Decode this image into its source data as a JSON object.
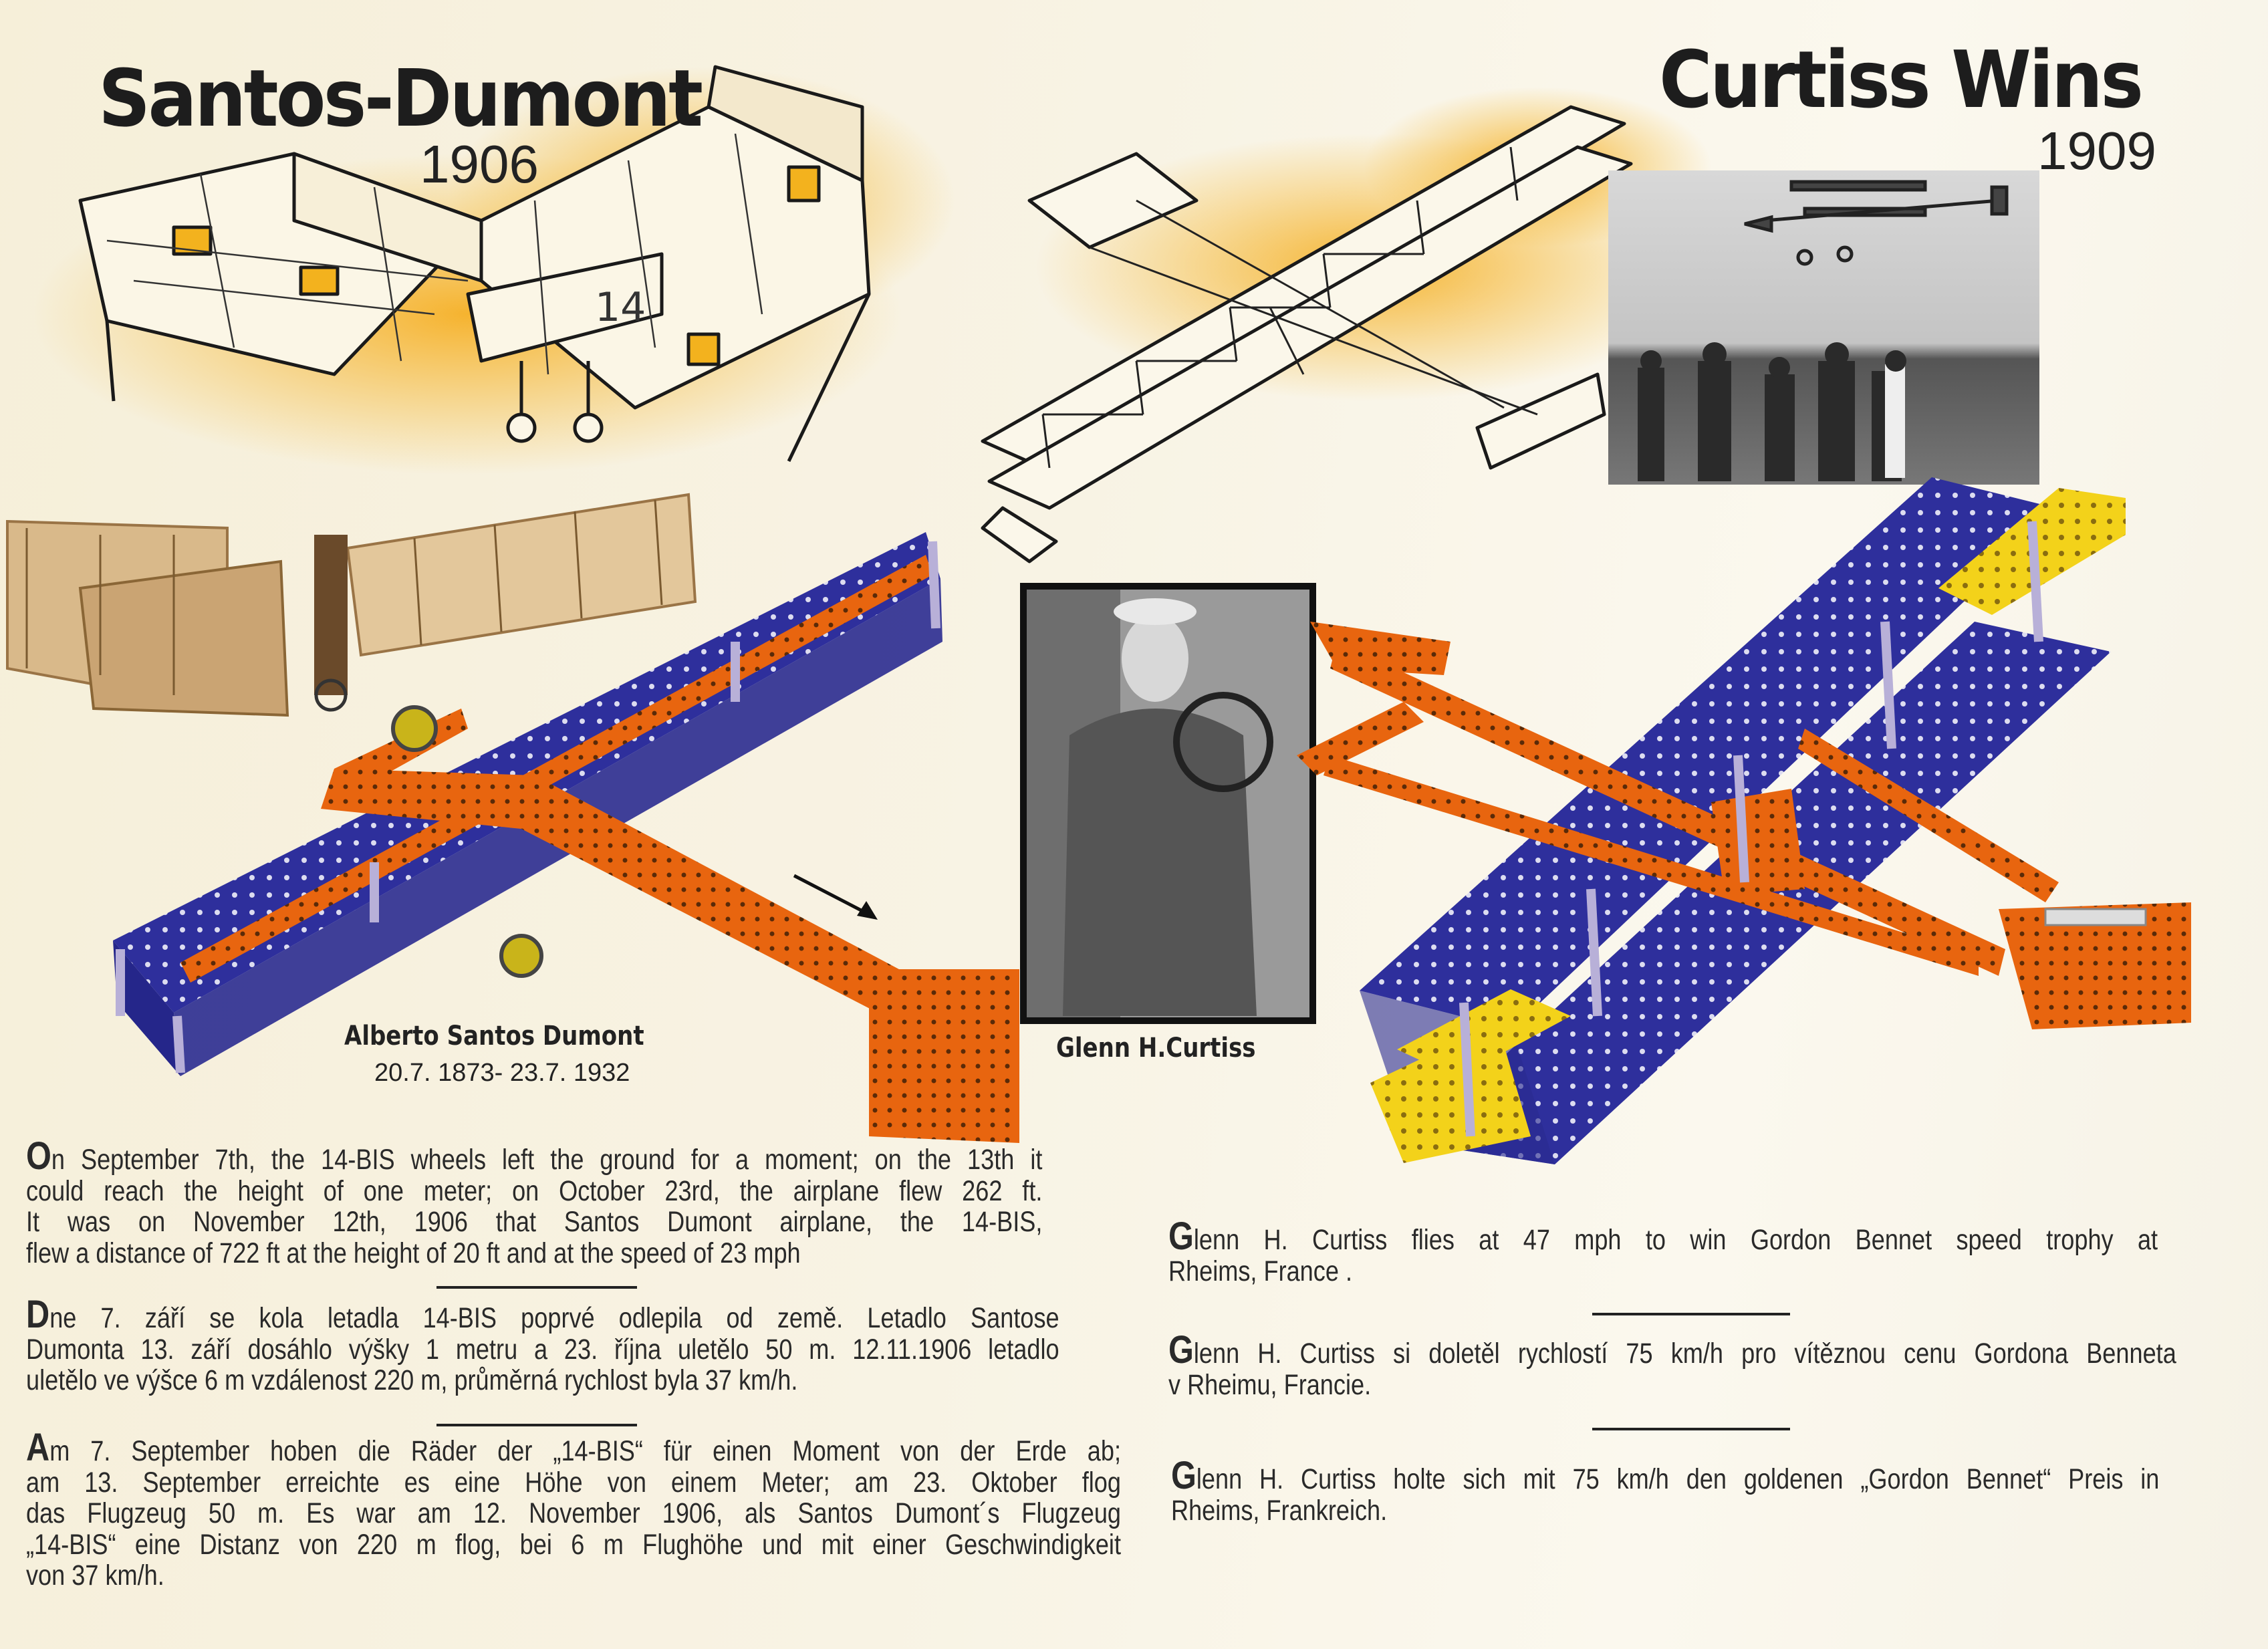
{
  "left": {
    "title": "Santos-Dumont",
    "year": "1906",
    "person_name": "Alberto Santos Dumont",
    "person_dates": "20.7. 1873-  23.7. 1932",
    "sketch_label": "14",
    "paragraphs": [
      {
        "drop": "O",
        "lines": [
          "n September 7th,  the 14-BIS wheels left the ground for a moment; on the 13th it",
          "could  reach  the   height of one meter; on October 23rd,  the  airplane  flew  262 ft.",
          "It  was   on  November   12th, 1906   that  Santos   Dumont   airplane,  the  14-BIS,",
          "flew a distance of 722 ft at the height of 20 ft and at the speed of 23 mph"
        ]
      },
      {
        "drop": "D",
        "lines": [
          "ne  7. září  se  kola  letadla 14-BIS poprvé  odlepila  od  země. Letadlo Santose",
          "Dumonta 13. září dosáhlo výšky 1 metru a 23. října uletělo 50 m. 12.11.1906 letadlo",
          "uletělo ve výšce 6 m vzdálenost 220 m, průměrná rychlost byla 37 km/h."
        ]
      },
      {
        "drop": "A",
        "lines": [
          "m 7. September hoben die Räder der „14-BIS“ für einen Moment von der Erde ab;",
          "am 13. September  erreichte  es  eine  Höhe von  einem Meter;  am 23. Oktober flog",
          "das Flugzeug 50 m. Es war am 12. November 1906, als Santos Dumont´s Flugzeug",
          "„14-BIS“ eine Distanz von 220 m flog, bei 6 m Flughöhe und mit einer Geschwindigkeit",
          "von 37 km/h."
        ]
      }
    ]
  },
  "right": {
    "title": "Curtiss Wins",
    "year": "1909",
    "person_name": "Glenn H.Curtiss",
    "paragraphs": [
      {
        "drop": "G",
        "lines": [
          "lenn H. Curtiss  flies  at  47 mph  to  win  Gordon  Bennet  speed  trophy  at",
          "Rheims, France ."
        ]
      },
      {
        "drop": "G",
        "lines": [
          "lenn H. Curtiss si doletěl rychlostí 75 km/h pro vítěznou cenu Gordona Benneta",
          " v Rheimu, Francie."
        ]
      },
      {
        "drop": "G",
        "lines": [
          "lenn H. Curtiss holte sich mit 75 km/h den goldenen „Gordon Bennet“ Preis in",
          "Rheims,  Frankreich."
        ]
      }
    ]
  },
  "colors": {
    "meccano_blue": "#2e2f9c",
    "meccano_orange": "#e8650f",
    "meccano_yellow": "#f3d21a",
    "sketch_glow": "#f5b21a"
  }
}
